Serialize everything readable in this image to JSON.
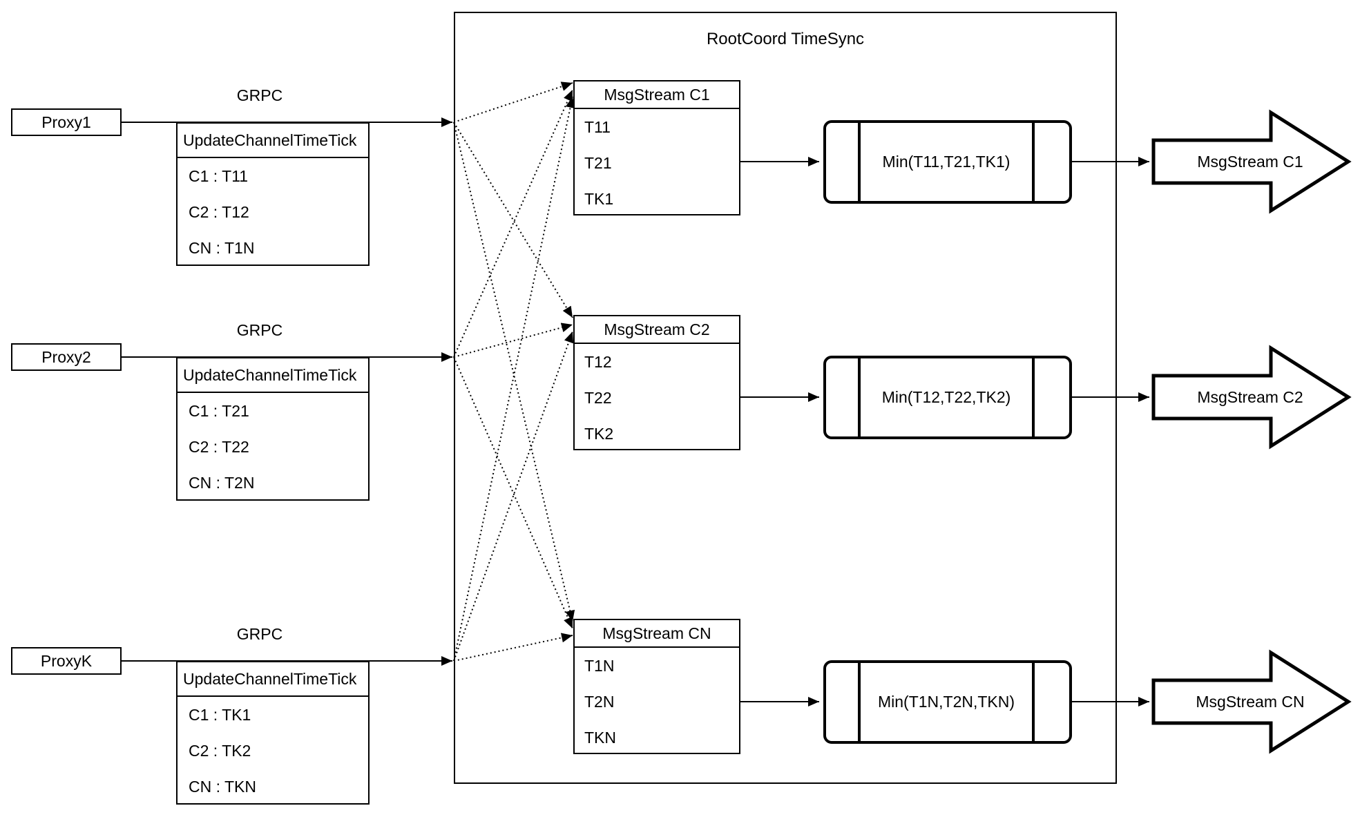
{
  "container": {
    "title": "RootCoord TimeSync"
  },
  "proxies": [
    {
      "label": "Proxy1",
      "grpc": "GRPC",
      "table_header": "UpdateChannelTimeTick",
      "entries": [
        "C1 :  T11",
        "C2 :  T12",
        "CN : T1N"
      ]
    },
    {
      "label": "Proxy2",
      "grpc": "GRPC",
      "table_header": "UpdateChannelTimeTick",
      "entries": [
        "C1 :  T21",
        "C2 :  T22",
        "CN : T2N"
      ]
    },
    {
      "label": "ProxyK",
      "grpc": "GRPC",
      "table_header": "UpdateChannelTimeTick",
      "entries": [
        "C1 :  TK1",
        "C2 :  TK2",
        "CN : TKN"
      ]
    }
  ],
  "msgstreams": [
    {
      "header": "MsgStream C1",
      "rows": [
        "T11",
        "T21",
        "TK1"
      ]
    },
    {
      "header": "MsgStream C2",
      "rows": [
        "T12",
        "T22",
        "TK2"
      ]
    },
    {
      "header": "MsgStream CN",
      "rows": [
        "T1N",
        "T2N",
        "TKN"
      ]
    }
  ],
  "aggregators": [
    {
      "label": "Min(T11,T21,TK1)"
    },
    {
      "label": "Min(T12,T22,TK2)"
    },
    {
      "label": "Min(T1N,T2N,TKN)"
    }
  ],
  "outputs": [
    {
      "label": "MsgStream C1"
    },
    {
      "label": "MsgStream C2"
    },
    {
      "label": "MsgStream CN"
    }
  ],
  "colors": {
    "stroke": "#000000",
    "fill": "#ffffff"
  }
}
